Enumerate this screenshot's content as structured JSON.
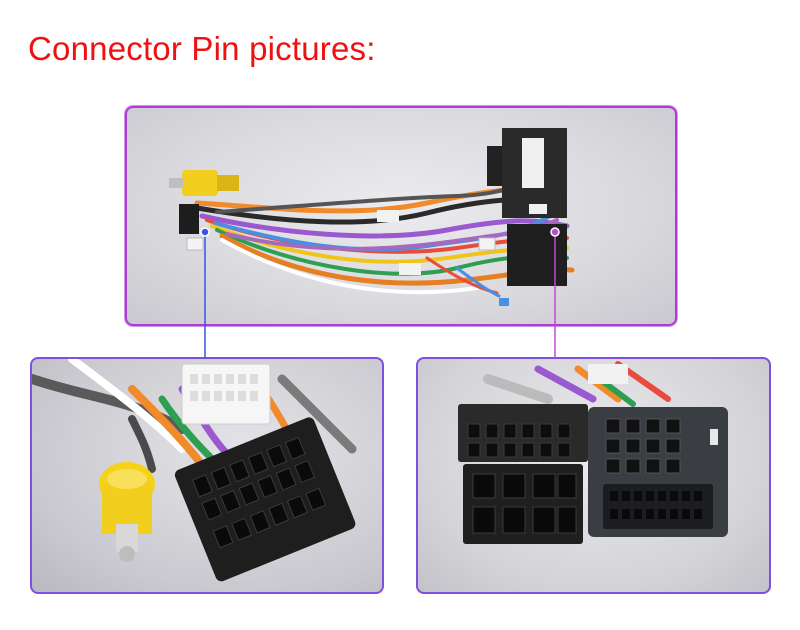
{
  "heading": "Connector Pin pictures:",
  "colors": {
    "heading": "#ee1111",
    "frame_top": "#b03ad8",
    "frame_bottom": "#7e4fe0",
    "pointer_left": "#3a53e0",
    "pointer_right": "#c04ad8"
  },
  "photos": {
    "top": "wiring-harness-photo",
    "bottom_left": "connector-closeup-photo",
    "bottom_right": "connector-closeup-photo"
  }
}
